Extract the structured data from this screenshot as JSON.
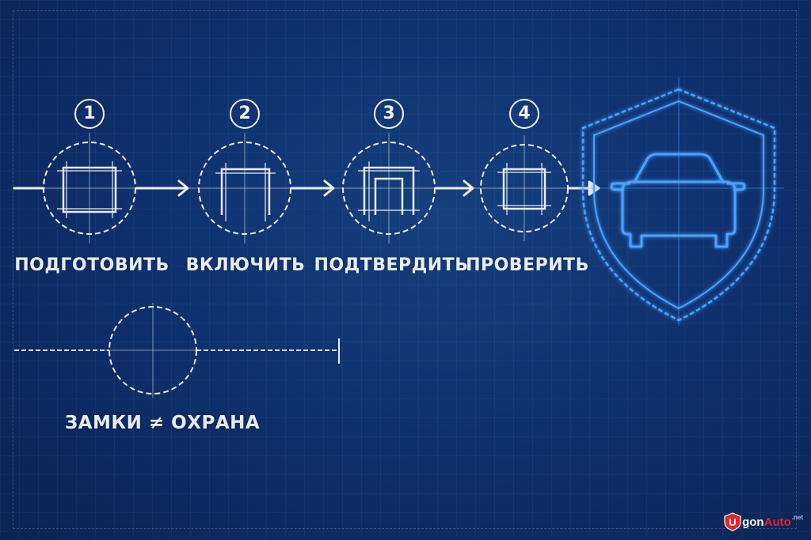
{
  "steps": [
    {
      "number": "1",
      "label": "ПОДГОТОВИТЬ"
    },
    {
      "number": "2",
      "label": "ВКЛЮЧИТЬ"
    },
    {
      "number": "3",
      "label": "ПОДТВЕРДИТЬ"
    },
    {
      "number": "4",
      "label": "ПРОВЕРИТЬ"
    }
  ],
  "bottom_caption": "ЗАМКИ ≠ ОХРАНА",
  "logo": {
    "badge_letter": "U",
    "part1": "gon",
    "part2": "Auto",
    "part3": ".net"
  },
  "icons": {
    "step1": "frame-grid-icon",
    "step2": "open-frame-icon",
    "step3": "nested-frame-icon",
    "step4": "small-grid-icon",
    "result": "car-shield-icon"
  },
  "colors": {
    "background": "#0f3170",
    "line": "#e9edf4",
    "accent_blue": "#4aa3ff",
    "logo_red": "#e3262a"
  }
}
